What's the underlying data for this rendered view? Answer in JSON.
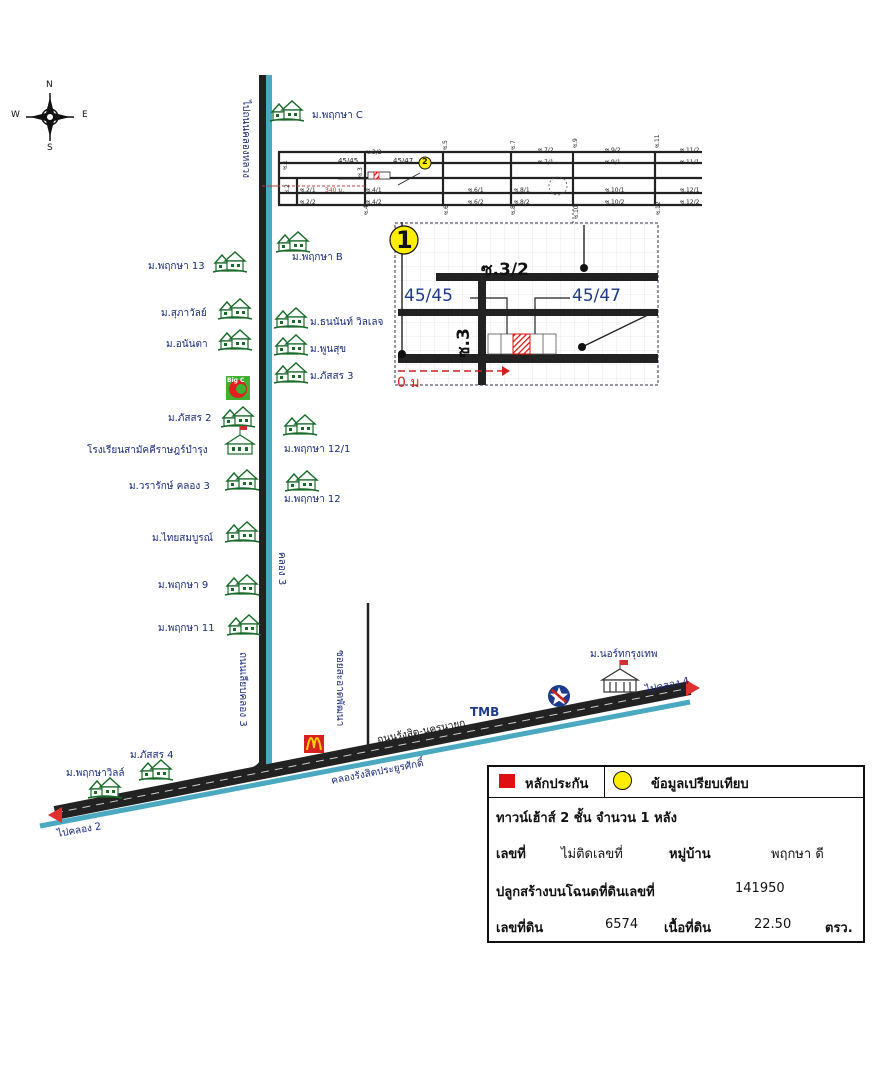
{
  "compass": {
    "n": "N",
    "s": "S",
    "e": "E",
    "w": "W"
  },
  "roads": {
    "main_road_vertical": "ถนนเลียบคลอง 3",
    "main_road_top": "ไปถนนคลองหลวง",
    "canal_vertical": "คลอง 3",
    "soi": "ซอยสะอาดพัฒนา",
    "highway": "ถนนรังสิต-นครนายก",
    "canal_highway": "คลองรังสิตประยูรศักดิ์",
    "to_klong2": "ไปคลอง 2",
    "to_klong4": "ไปคลอง 4"
  },
  "villages": [
    {
      "id": "pruksa-c",
      "label": "ม.พฤกษา C"
    },
    {
      "id": "pruksa-b",
      "label": "ม.พฤกษา B"
    },
    {
      "id": "pruksa-13",
      "label": "ม.พฤกษา 13"
    },
    {
      "id": "supawan",
      "label": "ม.สุภาวัลย์"
    },
    {
      "id": "thananan",
      "label": "ม.ธนนันท์ วิลเลจ"
    },
    {
      "id": "ananta",
      "label": "ม.อนันตา"
    },
    {
      "id": "poonsuk",
      "label": "ม.พูนสุข"
    },
    {
      "id": "passorn-3",
      "label": "ม.ภัสสร 3"
    },
    {
      "id": "passorn-2",
      "label": "ม.ภัสสร 2"
    },
    {
      "id": "school",
      "label": "โรงเรียนสามัคคีราษฎร์บำรุง"
    },
    {
      "id": "pruksa-12-1",
      "label": "ม.พฤกษา 12/1"
    },
    {
      "id": "wararak",
      "label": "ม.วรารักษ์ คลอง 3"
    },
    {
      "id": "pruksa-12",
      "label": "ม.พฤกษา 12"
    },
    {
      "id": "thaisomboon",
      "label": "ม.ไทยสมบูรณ์"
    },
    {
      "id": "pruksa-9",
      "label": "ม.พฤกษา 9"
    },
    {
      "id": "pruksa-11",
      "label": "ม.พฤกษา 11"
    },
    {
      "id": "north-bangkok",
      "label": "ม.นอร์ทกรุงเทพ"
    },
    {
      "id": "passorn-4",
      "label": "ม.ภัสสร 4"
    },
    {
      "id": "pruksa-ville",
      "label": "ม.พฤกษาวิลล์"
    }
  ],
  "brands": {
    "bigc": "Big C",
    "tmb": "TMB"
  },
  "grid_sois": [
    "ซ.1",
    "ซ.2",
    "ซ.3",
    "ซ.3/2",
    "ซ.4",
    "ซ.4/1",
    "ซ.4/2",
    "ซ.2/1",
    "ซ.2/2",
    "ซ.5",
    "ซ.6",
    "ซ.6/1",
    "ซ.6/2",
    "ซ.7",
    "ซ.7/1",
    "ซ.7/2",
    "ซ.8",
    "ซ.8/1",
    "ซ.8/2",
    "ซ.9",
    "ซ.9/1",
    "ซ.9/2",
    "ซ.10",
    "ซ.10/1",
    "ซ.10/2",
    "ซ.11",
    "ซ.11/1",
    "ซ.11/2",
    "ซ.12",
    "ซ.12/1",
    "ซ.12/2"
  ],
  "grid_houses": [
    "45/45",
    "45/47"
  ],
  "grid_distance": "340 ม.",
  "marker_2": "2",
  "inset": {
    "number": "1",
    "soi_main": "ซ.3/2",
    "soi_side": "ซ.3",
    "house_left": "45/45",
    "house_right": "45/47",
    "distance_fragment": "0 ม"
  },
  "colors": {
    "road": "#222222",
    "canal": "#4aa8c0",
    "village": "#1a6a2a",
    "label": "#1a2a7a",
    "collateral": "#e01010",
    "comparable": "#ffee00"
  },
  "legend": {
    "collateral": "หลักประกัน",
    "comparable": "ข้อมูลเปรียบเทียบ"
  },
  "details": {
    "property_type": "ทาวน์เฮ้าส์ 2 ชั้น  จำนวน 1 หลัง",
    "house_no_label": "เลขที่",
    "house_no_value": "ไม่ติดเลขที่",
    "village_label": "หมู่บ้าน",
    "village_value": "พฤกษา ดี",
    "deed_label": "ปลูกสร้างบนโฉนดที่ดินเลขที่",
    "deed_value": "141950",
    "land_no_label": "เลขที่ดิน",
    "land_no_value": "6574",
    "area_label": "เนื้อที่ดิน",
    "area_value": "22.50",
    "area_unit": "ตรว."
  }
}
